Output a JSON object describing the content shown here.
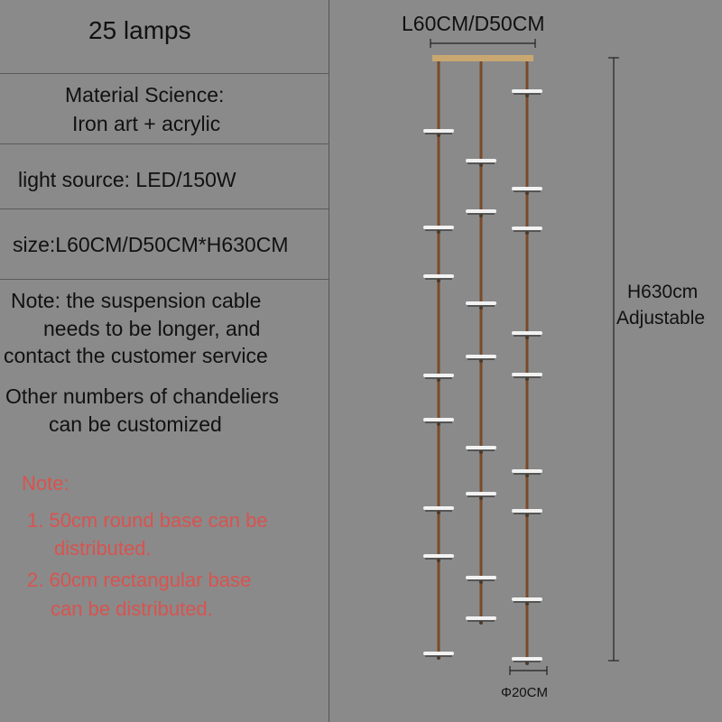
{
  "spec_table": {
    "title": "25 lamps",
    "material_label": "Material Science:",
    "material_value": "Iron art + acrylic",
    "light_source": "light source: LED/150W",
    "size": "size:L60CM/D50CM*H630CM",
    "note_line1": "Note: the suspension cable",
    "note_line2": "needs to be longer, and",
    "note_line3": "contact the customer service",
    "custom_line1": "Other numbers of chandeliers",
    "custom_line2": "can be customized"
  },
  "red_note": {
    "heading": "Note:",
    "item1_line1": "1. 50cm round base can be",
    "item1_line2": "distributed.",
    "item2_line1": "2. 60cm rectangular base",
    "item2_line2": "can be distributed."
  },
  "diagram": {
    "top_dimension": "L60CM/D50CM",
    "height_line1": "H630cm",
    "height_line2": "Adjustable",
    "diameter": "Φ20CM",
    "lamp_count": 25
  },
  "colors": {
    "background": "#8a8a8a",
    "text": "#111111",
    "note_red": "#d9534f",
    "cable": "#7a4a2a",
    "canopy": "#c8a870",
    "lamp_disc": "#f2f2f2"
  }
}
